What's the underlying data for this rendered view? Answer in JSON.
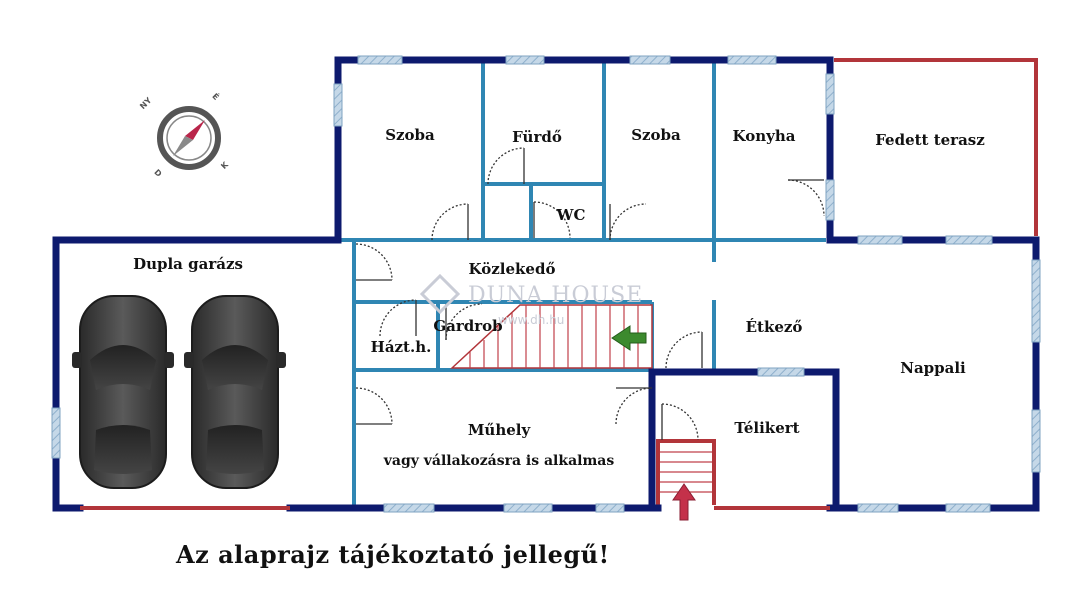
{
  "rooms": {
    "szoba1": "Szoba",
    "furdo": "Fürdő",
    "szoba2": "Szoba",
    "konyha": "Konyha",
    "fedett_terasz": "Fedett terasz",
    "wc": "WC",
    "dupla_garazs": "Dupla garázs",
    "kozlekedo": "Közlekedő",
    "gardrob": "Gardrob",
    "hazt_h": "Házt.h.",
    "etkezo": "Étkező",
    "nappali": "Nappali",
    "muhely": "Műhely",
    "muhely_note": "vagy vállakozásra is alkalmas",
    "telikert": "Télikert"
  },
  "compass": {
    "ny": "NY",
    "e": "É",
    "k": "K",
    "d": "D"
  },
  "watermark": {
    "brand": "DUNA HOUSE",
    "url": "www.dh.hu"
  },
  "disclaimer": "Az alaprajz tájékoztató jellegű!",
  "colors": {
    "wall": "#0d1a6e",
    "inner_wall": "#2f86b3",
    "window": "#a7c4db",
    "open_side": "#b2353a",
    "car": "#3b3b3b",
    "arrow_green": "#3c8a2e",
    "arrow_red": "#c4314a"
  }
}
